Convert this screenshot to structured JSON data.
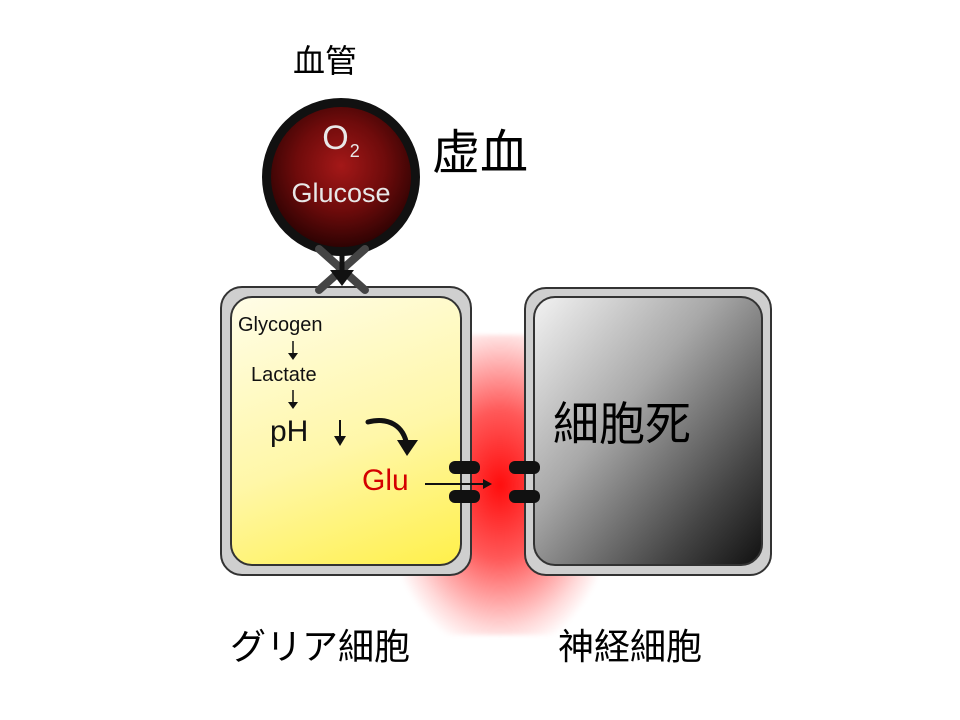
{
  "labels": {
    "blood_vessel": "血管",
    "ischemia": "虚血",
    "glial_cell": "グリア細胞",
    "neuron": "神経細胞",
    "cell_death": "細胞死"
  },
  "vessel": {
    "oxygen_main": "O",
    "oxygen_sub": "2",
    "glucose": "Glucose"
  },
  "glia": {
    "glycogen": "Glycogen",
    "lactate": "Lactate",
    "ph": "pH",
    "glutamate": "Glu"
  },
  "colors": {
    "vessel_red": "#6e0b0b",
    "glia_yellow": "#fff7a8",
    "glutamate_red": "#d40000",
    "neuron_gray": "#454545",
    "glow_red": "#ff0000"
  },
  "icons": {
    "blocked": "x-mark-icon",
    "arrow": "arrow-down-icon",
    "curved_arrow": "curved-arrow-icon",
    "receptor": "receptor-icon"
  }
}
